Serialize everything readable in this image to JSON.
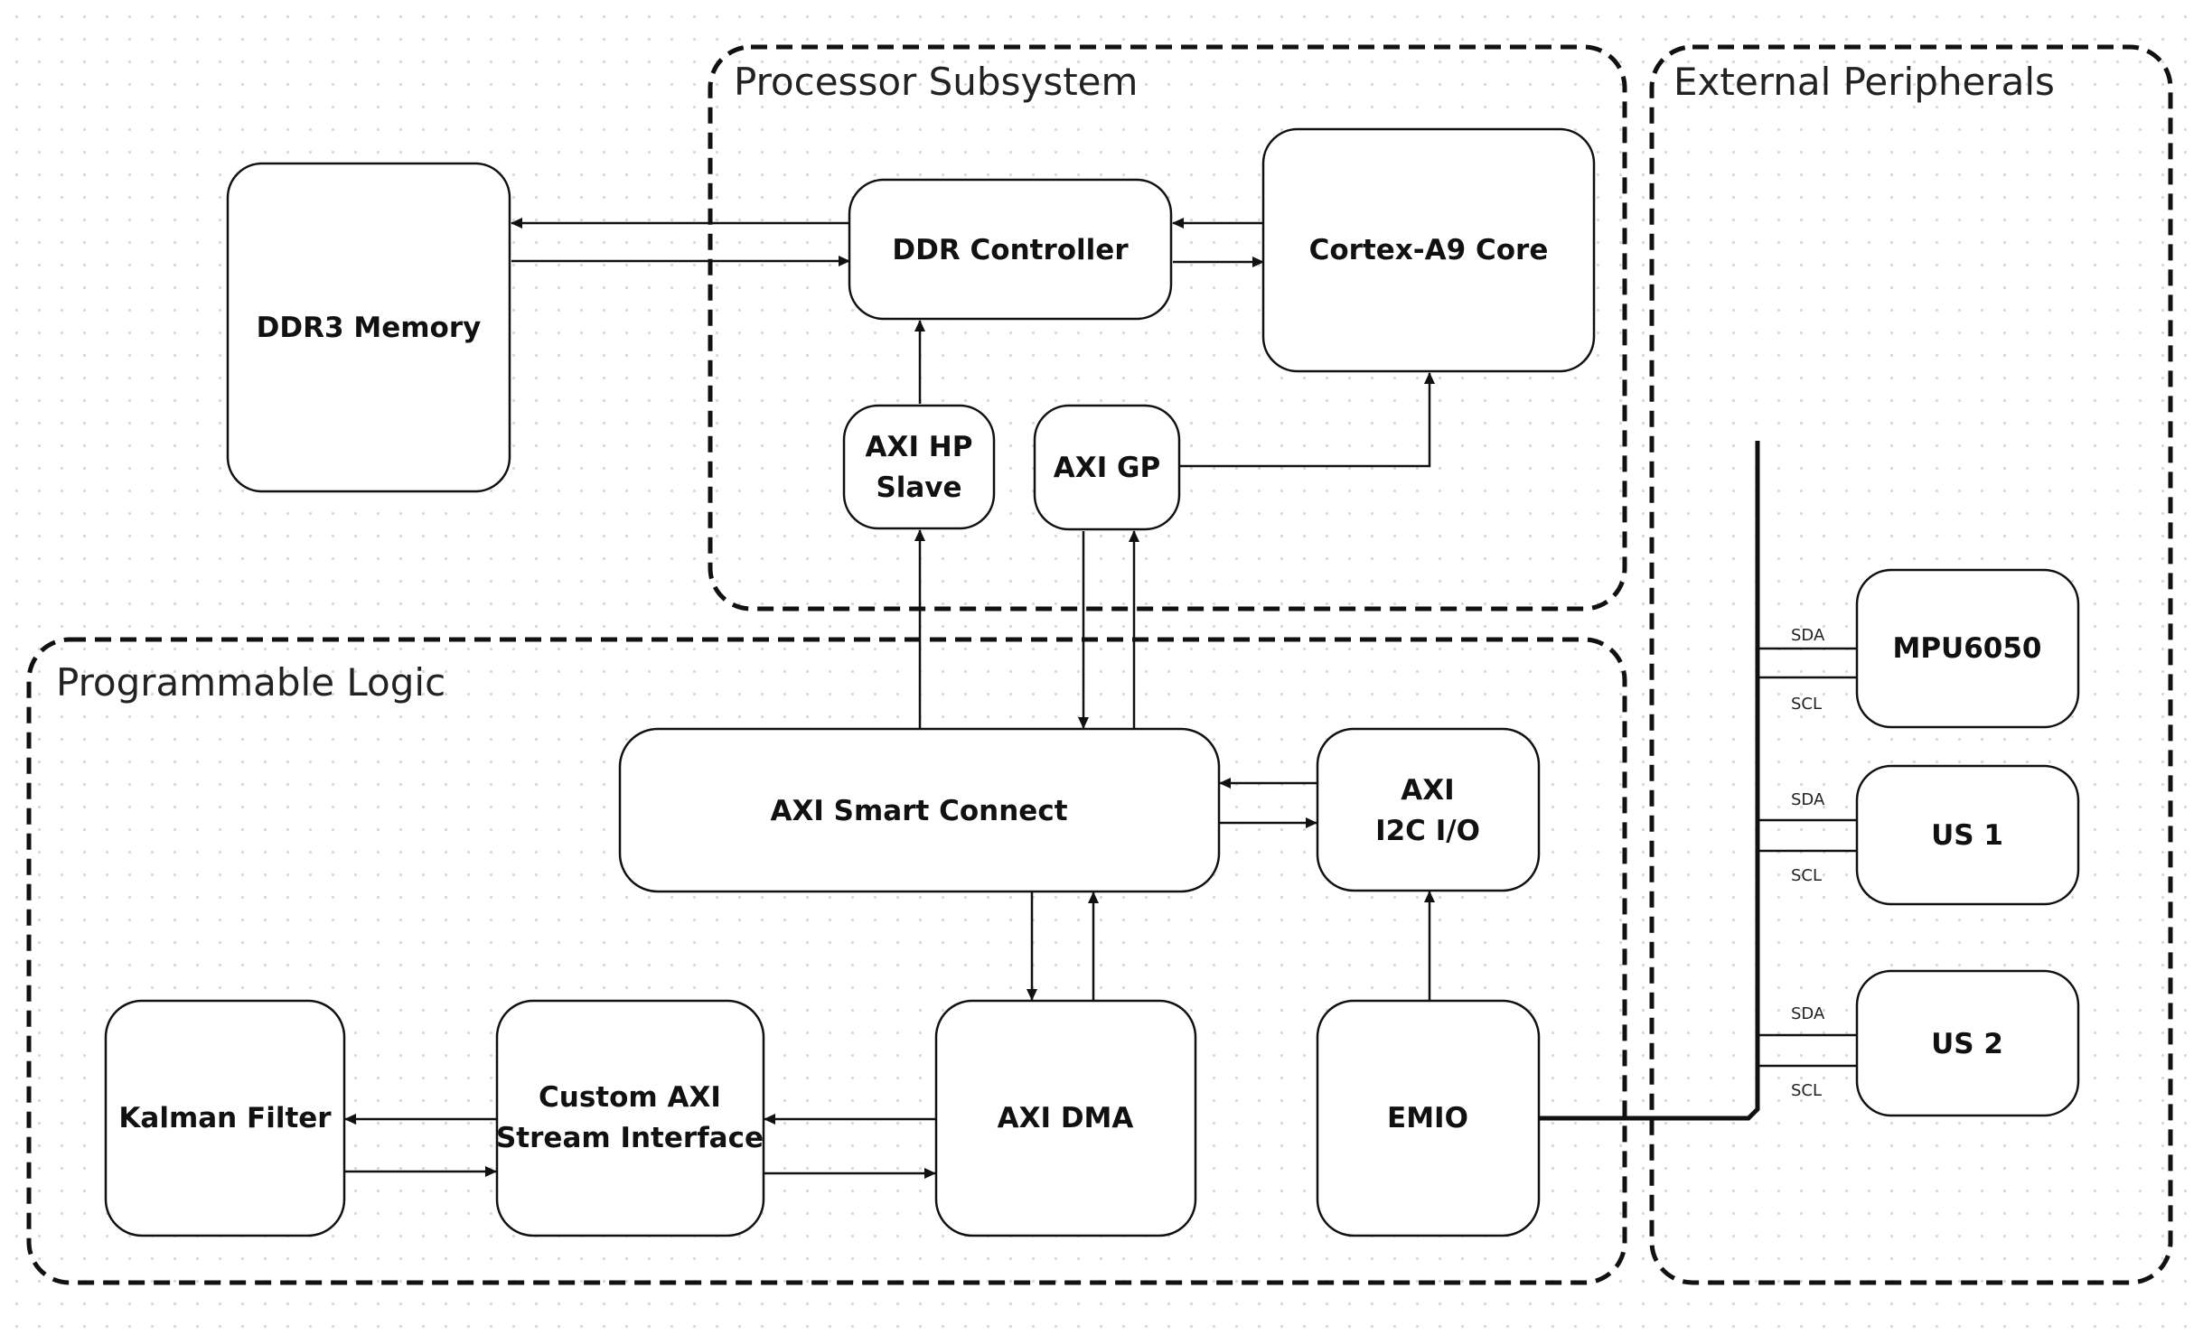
{
  "groups": {
    "processor_subsystem": "Processor Subsystem",
    "external_peripherals": "External Peripherals",
    "programmable_logic": "Programmable Logic"
  },
  "blocks": {
    "ddr3_memory": "DDR3 Memory",
    "ddr_controller": "DDR Controller",
    "cortex_a9_core": "Cortex-A9 Core",
    "axi_hp_slave": [
      "AXI HP",
      "Slave"
    ],
    "axi_gp": "AXI GP",
    "axi_smart_connect": "AXI Smart Connect",
    "axi_i2c_io": [
      "AXI",
      "I2C I/O"
    ],
    "kalman_filter": "Kalman Filter",
    "custom_axi_stream": [
      "Custom AXI",
      "Stream Interface"
    ],
    "axi_dma": "AXI DMA",
    "emio": "EMIO",
    "mpu6050": "MPU6050",
    "us1": "US 1",
    "us2": "US 2"
  },
  "bus_labels": {
    "sda": "SDA",
    "scl": "SCL"
  }
}
